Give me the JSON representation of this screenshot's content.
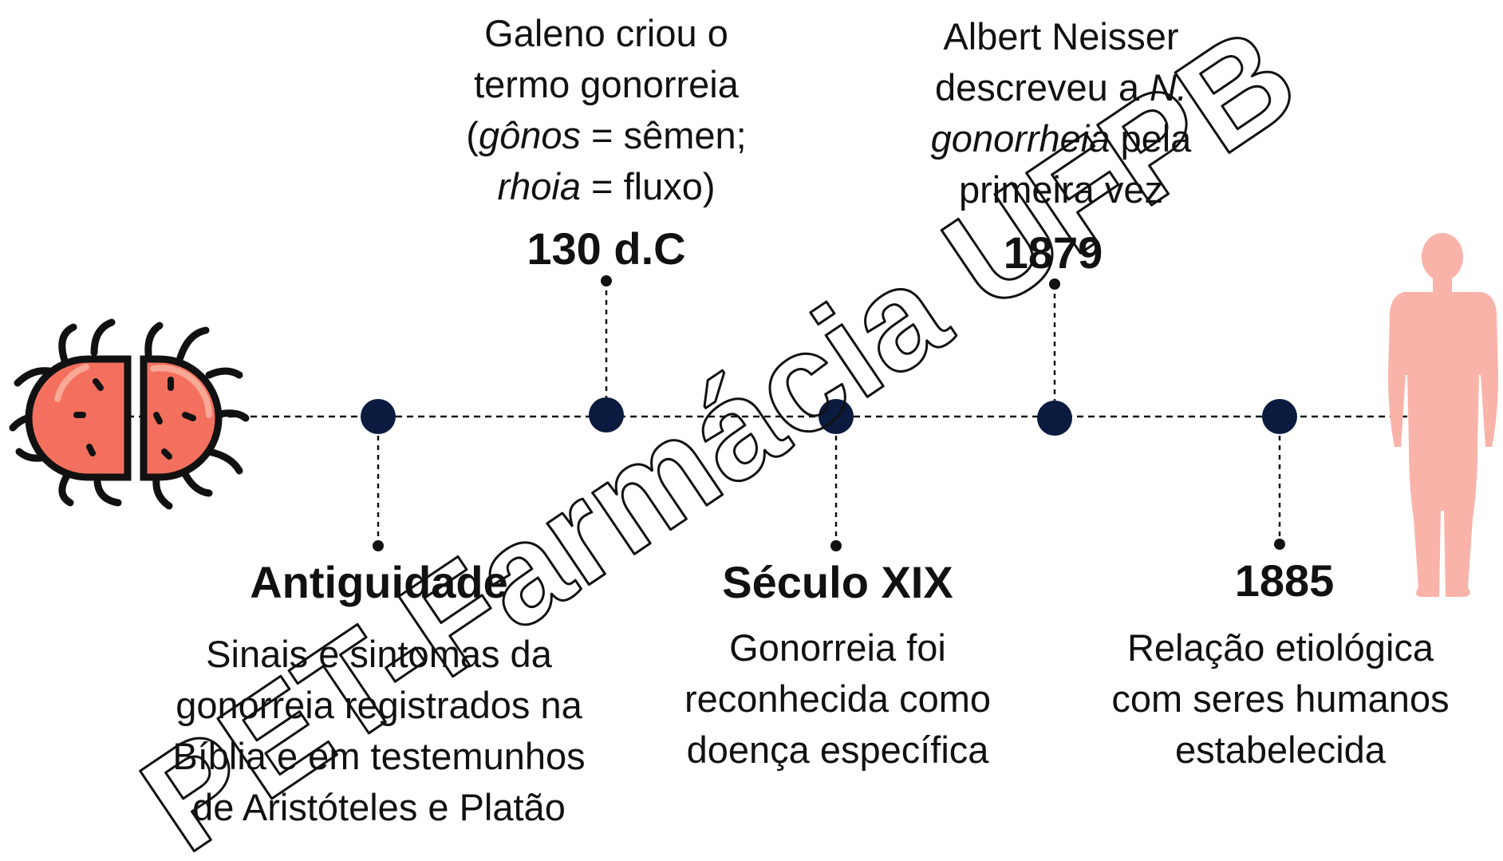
{
  "timeline": {
    "events": [
      {
        "id": "antiguidade",
        "title": "Antiguidade",
        "lines": [
          "Sinais e sintomas da",
          "gonorreia registrados na",
          "Bíblia e em testemunhos",
          "de Aristóteles e Platão"
        ]
      },
      {
        "id": "galeno",
        "title": "130 d.C",
        "line1": "Galeno criou o",
        "line2": "termo gonorreia",
        "line3_open": "(",
        "line3_italic": "gônos",
        "line3_rest": " = sêmen;",
        "line4_italic": "rhoia",
        "line4_rest": " = fluxo)"
      },
      {
        "id": "seculo-xix",
        "title": "Século XIX",
        "lines": [
          "Gonorreia foi",
          "reconhecida como",
          "doença específica"
        ]
      },
      {
        "id": "neisser",
        "title": "1879",
        "line1": "Albert Neisser",
        "line2_text": "descreveu a ",
        "line2_italic": "N.",
        "line3_italic": "gonorrheia",
        "line3_rest": " pela",
        "line4": "primeira vez"
      },
      {
        "id": "relacao",
        "title": "1885",
        "lines": [
          "Relação etiológica",
          "com seres humanos",
          "estabelecida"
        ]
      }
    ]
  },
  "watermark": {
    "text": "PET-Farmácia UFPB"
  },
  "colors": {
    "node": "#0b1b3f",
    "bacteria_fill": "#f4705e",
    "bacteria_outline": "#111111",
    "human": "#f9b3a8"
  },
  "icons": [
    "bacteria-icon",
    "human-body-icon"
  ]
}
